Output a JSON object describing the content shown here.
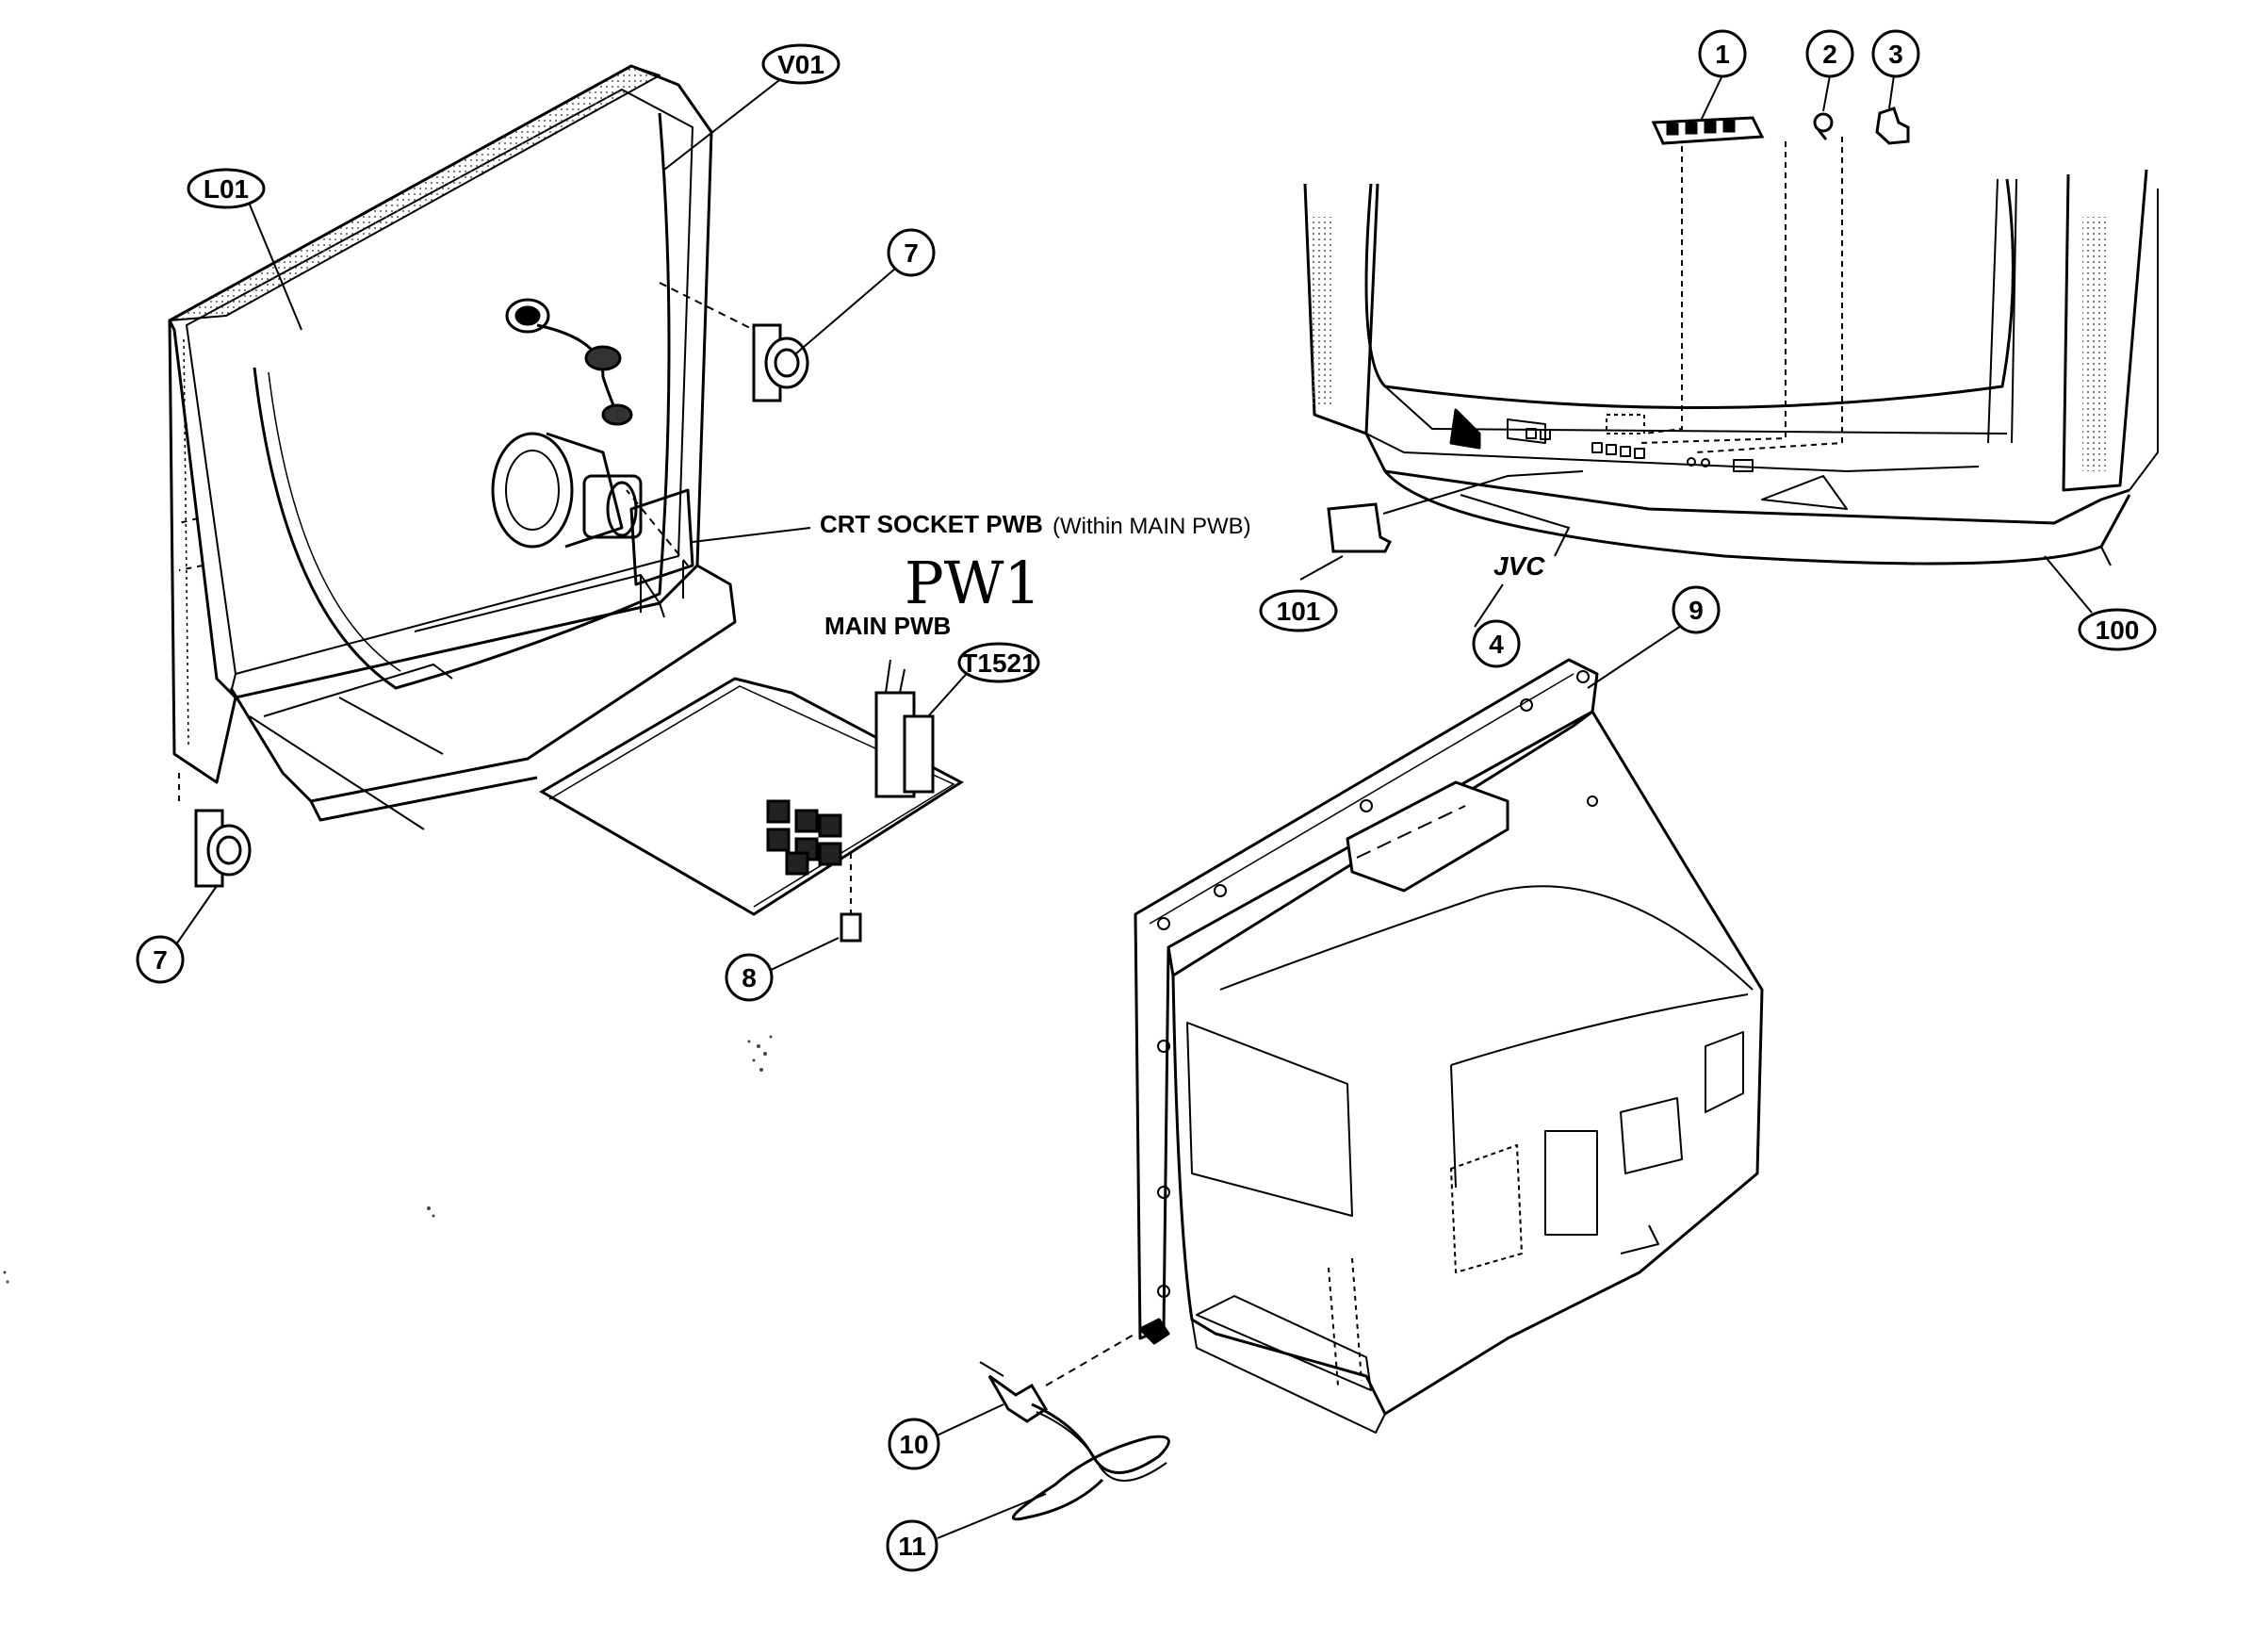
{
  "callouts": {
    "L01": "L01",
    "V01": "V01",
    "c7a": "7",
    "c7b": "7",
    "c8": "8",
    "T1521": "T1521",
    "c1": "1",
    "c2": "2",
    "c3": "3",
    "c4": "4",
    "c101": "101",
    "c100": "100",
    "c9": "9",
    "c10": "10",
    "c11": "11"
  },
  "labels": {
    "crt_socket_pwb": "CRT SOCKET PWB",
    "crt_socket_note": "(Within MAIN PWB)",
    "main_pwb": "MAIN PWB",
    "handwritten": "PW1",
    "brand_logo": "JVC"
  }
}
